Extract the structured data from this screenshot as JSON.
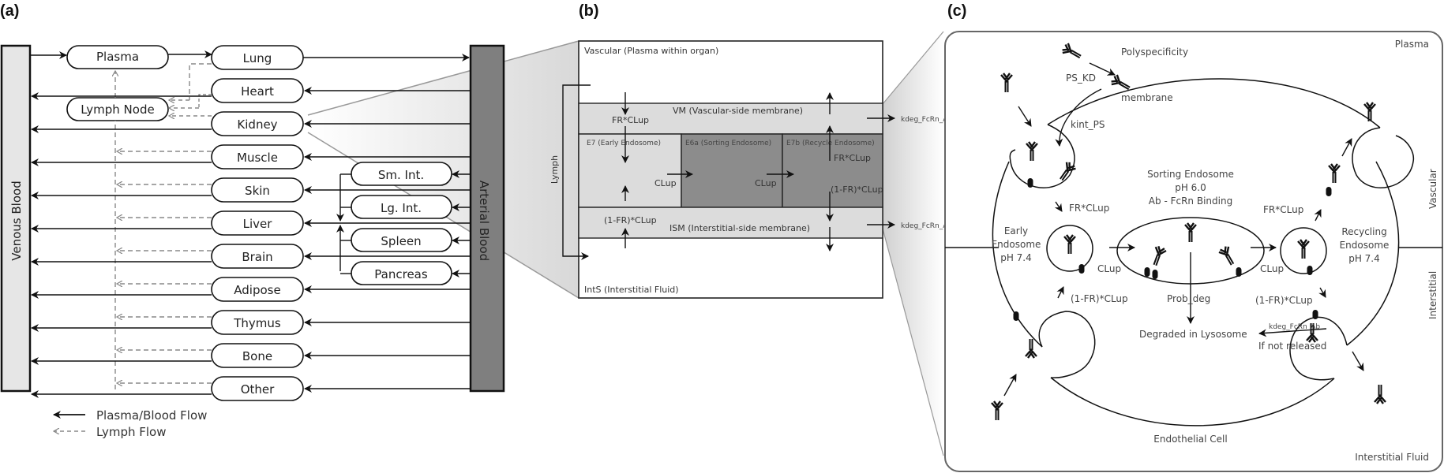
{
  "panels": {
    "a": {
      "label": "(a)",
      "venous_blood": "Venous Blood",
      "arterial_blood": "Arterial Blood",
      "plasma": "Plasma",
      "lymph_node": "Lymph Node",
      "organs": [
        "Lung",
        "Heart",
        "Kidney",
        "Muscle",
        "Skin",
        "Liver",
        "Brain",
        "Adipose",
        "Thymus",
        "Bone",
        "Other"
      ],
      "splanchnic": [
        "Sm. Int.",
        "Lg. Int.",
        "Spleen",
        "Pancreas"
      ],
      "legend": {
        "blood": "Plasma/Blood Flow",
        "lymph": "Lymph Flow"
      }
    },
    "b": {
      "label": "(b)",
      "vascular": "Vascular (Plasma within organ)",
      "vm": "VM (Vascular-side membrane)",
      "e7": "E7 (Early Endosome)",
      "e6a": "E6a (Sorting Endosome)",
      "e7b": "E7b (Recycle Endosome)",
      "ism": "ISM (Interstitial-side membrane)",
      "ints": "IntS (Interstitial Fluid)",
      "lymph": "Lymph",
      "fr_clup": "FR*CLup",
      "one_minus_fr_clup": "(1-FR)*CLup",
      "clup": "CLup",
      "kdeg": "kdeg_FcRn_Ab"
    },
    "c": {
      "label": "(c)",
      "plasma": "Plasma",
      "polyspecificity": "Polyspecificity",
      "ps_kd": "PS_KD",
      "membrane": "membrane",
      "kint_ps": "kint_PS",
      "sorting_endosome": [
        "Sorting Endosome",
        "pH 6.0",
        "Ab - FcRn Binding"
      ],
      "early_endosome": [
        "Early",
        "Endosome",
        "pH 7.4"
      ],
      "recycling_endosome": [
        "Recycling",
        "Endosome",
        "pH 7.4"
      ],
      "fr_clup": "FR*CLup",
      "one_minus_fr_clup": "(1-FR)*CLup",
      "clup": "CLup",
      "prob_deg": "Prob_deg",
      "degraded": "Degraded in Lysosome",
      "kdeg": "kdeg_FcRn_Ab",
      "if_not_released": "If not released",
      "endothelial_cell": "Endothelial Cell",
      "interstitial_fluid": "Interstitial Fluid",
      "vascular": "Vascular",
      "interstitial": "Interstitial"
    }
  },
  "colors": {
    "venous": "#e6e6e6",
    "arterial": "#7f7f7f",
    "membrane": "#dcdcdc",
    "endosome_dark": "#8c8c8c",
    "line": "#111111",
    "lymph": "#888888"
  }
}
